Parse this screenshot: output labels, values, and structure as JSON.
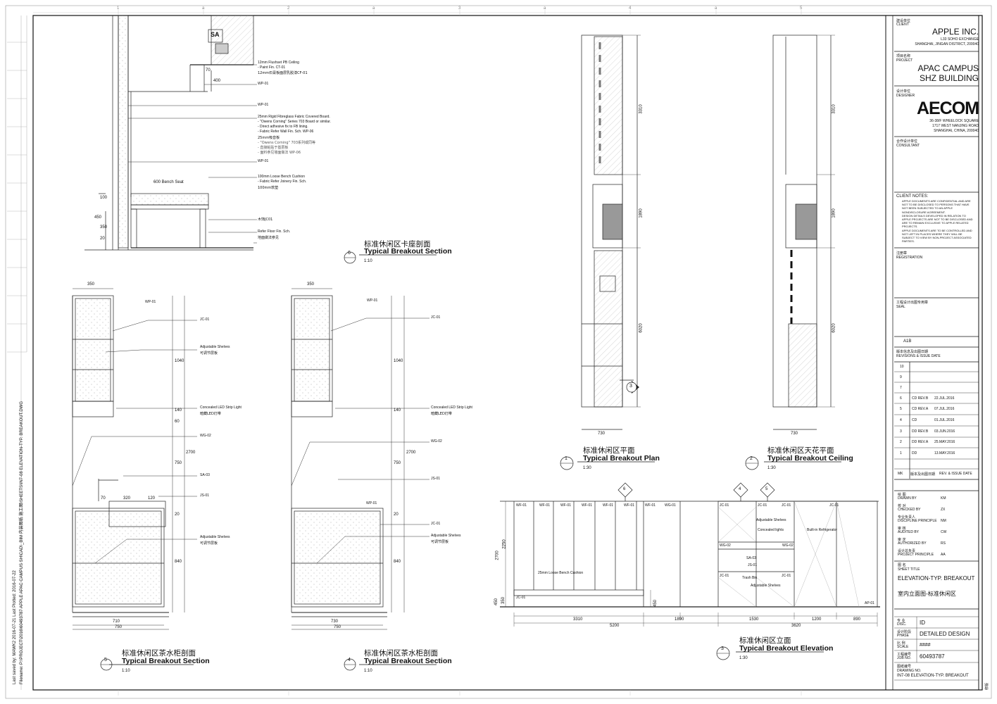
{
  "grid": {
    "top_numbers": [
      "1",
      "2",
      "3",
      "4",
      "5"
    ],
    "top_letters": [
      "a",
      "a",
      "a",
      "a",
      "a"
    ]
  },
  "drawings": {
    "section6": {
      "num": "6",
      "title_cn": "标准休闲区卡座剖面",
      "title_en": "Typical Breakout Section",
      "scale": "1:10",
      "labels": {
        "sa": "SA",
        "ceiling": "12mm Flushset PB Ceiling",
        "paint": "- Paint Fin. CT-01",
        "ceiling_cn": "12mm石膏板面层乳胶漆CF-01",
        "wp1": "WP-01",
        "wp2": "WP-01",
        "wp3": "WP-01",
        "fabric": "25mm Rigid Fibreglass Fabric Covered Board.",
        "fabric2": "- \"Owens Corning\" Series 703 Board or similar.",
        "fabric3": "- Direct adhesive fix to FB lining.",
        "fabric4": "- Fabric Refer Wall Fin. Sch. WP-06",
        "fabric_cn": "25mm吸音板",
        "fabric_cn2": "- \"Owens Corning\" 703系列或同等",
        "fabric_cn3": "- 直接粘贴于基层板",
        "fabric_cn4": "- 面料参见墙面做法 WP-06",
        "cushion": "100mm Loose Bench Cushion",
        "cushion2": "- Fabric Refer Joinery Fin. Sch.",
        "cushion_cn": "100mm软垫",
        "bench": "600  Bench Seat",
        "jc": "木饰JC01",
        "floor": "Refer Floor Fin. Sch.",
        "floor_cn": "地面做法参见",
        "dim_70": "70",
        "dim_400": "400",
        "dim_100": "100",
        "dim_450": "450",
        "dim_350": "350",
        "dim_20": "20"
      }
    },
    "section5": {
      "num": "5",
      "title_cn": "标准休闲区茶水柜剖面",
      "title_en": "Typical Breakout Section",
      "scale": "1:10",
      "labels": {
        "top_w": "350",
        "wp": "WP-01",
        "jc": "JC-01",
        "shelves": "Adjustable Shelves",
        "shelves_cn": "可调节层板",
        "led": "Concealed LED Strip Light",
        "led_cn": "暗藏LED灯带",
        "wg": "WG-02",
        "sa": "SA-03",
        "js": "JS-01",
        "shelves2": "Adjustable Shelves",
        "shelves2_cn": "可调节层板",
        "d70": "70",
        "d320": "320",
        "d120": "120",
        "h1040": "1040",
        "h2700": "2700",
        "h750": "750",
        "h840": "840",
        "h140": "140",
        "h20": "20",
        "h60": "60",
        "b710": "710",
        "b750": "750"
      }
    },
    "section4": {
      "num": "4",
      "title_cn": "标准休闲区茶水柜剖面",
      "title_en": "Typical Breakout Section",
      "scale": "1:10",
      "labels": {
        "top_w": "350",
        "wp": "WP-01",
        "jc": "JC-01",
        "led": "Concealed LED Strip Light",
        "led_cn": "暗藏LED灯带",
        "wg": "WG-02",
        "js": "JS-01",
        "wp2": "WP-01",
        "jc2": "JC-01",
        "shelves": "Adjustable Shelves",
        "shelves_cn": "可调节层板",
        "h1040": "1040",
        "h2700": "2700",
        "h750": "750",
        "h840": "840",
        "h140": "140",
        "h20": "20",
        "b730": "730",
        "b750": "750"
      }
    },
    "plan1": {
      "num": "1",
      "title_cn": "标准休闲区平面",
      "title_en": "Typical Breakout Plan",
      "scale": "1:30",
      "dims": [
        "3310",
        "1890",
        "6020"
      ],
      "bottom": "730",
      "tag": "3"
    },
    "ceiling2": {
      "num": "2",
      "title_cn": "标准休闲区天花平面",
      "title_en": "Typical Breakout Ceiling",
      "scale": "1:30",
      "dims": [
        "3310",
        "1890",
        "6020"
      ],
      "bottom": "730"
    },
    "elev3": {
      "num": "3",
      "title_cn": "标准休闲区立面",
      "title_en": "Typical Breakout Elevation",
      "scale": "1:30",
      "tags": [
        "6",
        "4",
        "5"
      ],
      "wall_labels": [
        "WF-01",
        "WF-01",
        "WF-01",
        "WF-01",
        "WF-01",
        "WF-01",
        "WF-01",
        "WG-01"
      ],
      "labels": {
        "jc1": "JC-01",
        "jc2": "JC-01",
        "jc3": "JC-01",
        "jc4": "JC-01",
        "shelves": "Adjustable Shelves",
        "lights": "Concealed lights",
        "fridge": "Built-in Refrigerator",
        "wg1": "WG-02",
        "wg2": "WG-02",
        "sa": "SA-03",
        "js": "JS-01",
        "jcb1": "JC-01",
        "jcb2": "JC-01",
        "trash": "Trash Bin",
        "shelves2": "Adjustable Shelves",
        "cushion": "25mm Loose Bench Cushion",
        "jcl": "JC-01",
        "ap": "AP-01",
        "h2700": "2700",
        "h2250": "2250",
        "h350": "350",
        "h450": "450",
        "h450b": "450"
      },
      "dims_bottom": [
        "3310",
        "1890",
        "1530",
        "1200",
        "890"
      ],
      "dims_total": [
        "5200",
        "3620"
      ]
    }
  },
  "titleblock": {
    "client_cn": "建设单位",
    "client_en": "CLIENT",
    "client_name": "APPLE INC.",
    "client_addr1": "L33 SOHO EXCHANGE",
    "client_addr2": "SHANGHAI, JINGAN DISTRICT, 200040",
    "project_cn": "项目名称",
    "project_en": "PROJECT",
    "project_name1": "APAC CAMPUS",
    "project_name2": "SHZ BUILDING",
    "designer_cn": "设计单位",
    "designer_en": "DESIGNER",
    "logo": "AECOM",
    "designer_addr1": "36-38/F WHEELOCK SQUARE",
    "designer_addr2": "1717 WEST NANJING ROAD",
    "designer_addr3": "SHANGHAI, CHINA, 200040",
    "consultant_cn": "合作设计单位",
    "consultant_en": "CONSULTANT",
    "notes_title": "CLIENT NOTES:",
    "notes": [
      "APPLE DOCUMENTS ARE CONFIDENTIAL AND ARE",
      "NOT TO BE DISCLOSED TO PERSONS THAT HAVE",
      "NOT BEEN SUBJECTED TO AN APPLE",
      "NONDISCLOSURE AGREEMENT.",
      "DESIGN DETAILS DEVELOPED IN RELATION TO",
      "APPLE PROJECTS ARE NOT TO BE DISCLOSED AND",
      "ARE TO REMAIN EXCLUSIVE TO APPLE RELATED",
      "PROJECTS.",
      "APPLE DOCUMENTS ARE TO BE CONTROLLED AND",
      "NOT LEFT IN PLACES WHERE THEY WILL BE",
      "SUBJECT TO VIEW BY NON-PROJECT ASSOCIATED",
      "PARTIES."
    ],
    "reg_cn": "注册章",
    "reg_en": "REGISTRATION",
    "seal_cn": "工程设计出图专用章",
    "seal_en": "SEAL",
    "paper": "A1B",
    "rev_cn": "版本信息及出图日期",
    "rev_en": "REVISIONS & ISSUE DATE",
    "revisions": [
      {
        "no": "10",
        "desc": "",
        "date": ""
      },
      {
        "no": "9",
        "desc": "",
        "date": ""
      },
      {
        "no": "7",
        "desc": "",
        "date": ""
      },
      {
        "no": "6",
        "desc": "CD REV.B",
        "date": "22.JUL.2016"
      },
      {
        "no": "5",
        "desc": "CD REV.A",
        "date": "07.JUL.2016"
      },
      {
        "no": "4",
        "desc": "CD",
        "date": "01.JUL.2016"
      },
      {
        "no": "3",
        "desc": "DD REV.B",
        "date": "03.JUN.2016"
      },
      {
        "no": "2",
        "desc": "DD REV.A",
        "date": "25.MAY.2016"
      },
      {
        "no": "1",
        "desc": "DD",
        "date": "13.MAY.2016"
      }
    ],
    "rev_mk": "MK",
    "rev_hdr_cn": "版本及出图日期",
    "rev_hdr_en": "REV. & ISSUE DATE",
    "people": [
      {
        "cn": "绘 图",
        "en": "DRAWN BY",
        "val": "KM"
      },
      {
        "cn": "校 对",
        "en": "CHECKED BY",
        "val": "ZX"
      },
      {
        "cn": "专业负责人",
        "en": "DISCIPLINE PRINCIPLE",
        "val": "NM"
      },
      {
        "cn": "审 核",
        "en": "AUDITED BY",
        "val": "CW"
      },
      {
        "cn": "审 定",
        "en": "AUTHORIZED BY",
        "val": "RS"
      },
      {
        "cn": "设计总负责",
        "en": "PROJECT PRINCIPLE",
        "val": "AA"
      }
    ],
    "sheet_cn": "图 名",
    "sheet_en": "SHEET TITLE",
    "sheet_title": "ELEVATION-TYP. BREAKOUT",
    "sheet_title_cn": "室内立面图-标准休闲区",
    "disc_cn": "专 业",
    "disc_en": "DISC.",
    "disc_val": "ID",
    "phase_cn": "设计阶段",
    "phase_en": "PHASE",
    "phase_val": "DETAILED DESIGN",
    "scale_cn": "比 例",
    "scale_en": "SCALE",
    "scale_val": "####",
    "job_cn": "工程编号",
    "job_en": "JOB NO.",
    "job_val": "60493787",
    "dwg_cn": "图纸编号",
    "dwg_en": "DRAWING NO.",
    "dwg_val": "IN7-08 ELEVATION-TYP. BREAKOUT",
    "sheet_no": "修版"
  },
  "margin": {
    "file": "Filename: P:\\PROJECT\\2016\\60493787 APPLE APAC CAMPUS SH\\CAD\\_BIM 内装图纸 施工图\\SHEETS\\IN7-08 ELEVATION-TYP. BREAKOUT.DWG",
    "saved": "Last saved by: MAWK2  2016-07-21    Last Plotted: 2016-07-22"
  }
}
